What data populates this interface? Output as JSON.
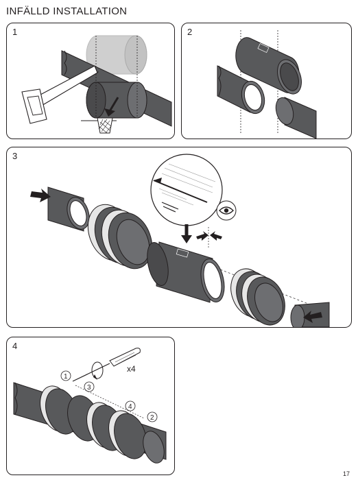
{
  "page": {
    "title": "INFÄLLD INSTALLATION",
    "page_number": "17"
  },
  "panels": [
    {
      "number": "1"
    },
    {
      "number": "2"
    },
    {
      "number": "3"
    },
    {
      "number": "4",
      "multiplier": "x4",
      "steps": [
        "1",
        "2",
        "3",
        "4"
      ]
    }
  ],
  "icons": [
    "saw-icon",
    "trash-bin-icon",
    "eye-icon",
    "screwdriver-icon",
    "rotate-arrow-icon",
    "push-arrow-icon"
  ],
  "colors": {
    "pipe": "#58595b",
    "pipe_dark": "#3a3a3c",
    "ghost": "#c8c8c8",
    "line": "#231f20"
  }
}
